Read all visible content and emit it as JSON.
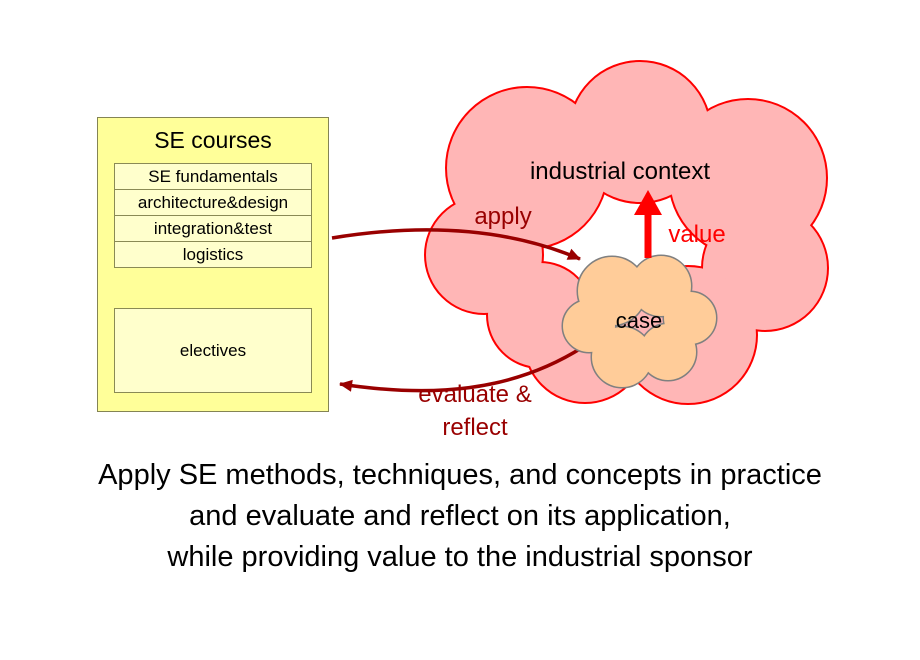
{
  "colors": {
    "box_fill": "#ffff99",
    "row_fill": "#ffffcc",
    "cloud_fill": "#ffb6b6",
    "cloud_stroke": "#ff0000",
    "case_fill": "#ffcc99",
    "case_stroke": "#808080",
    "dark_red": "#990000",
    "red": "#ff0000"
  },
  "courses": {
    "title": "SE courses",
    "items": [
      "SE fundamentals",
      "architecture&design",
      "integration&test",
      "logistics"
    ],
    "electives": "electives"
  },
  "cloud": {
    "label": "industrial context",
    "case_label": "case"
  },
  "arrows": {
    "apply": "apply",
    "value": "value",
    "evaluate_line1": "evaluate &",
    "evaluate_line2": "reflect"
  },
  "caption": {
    "line1": "Apply SE methods, techniques, and concepts in practice",
    "line2": "and evaluate and reflect on its application,",
    "line3": "while providing value to the industrial sponsor"
  }
}
